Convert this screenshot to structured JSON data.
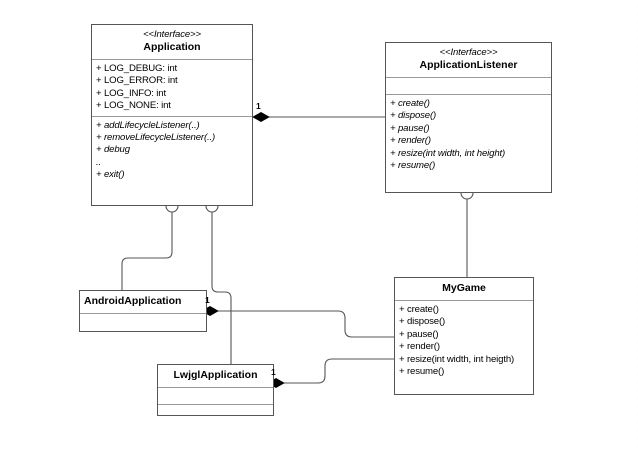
{
  "diagram": {
    "title": "UML class diagram",
    "line_color": "#555555",
    "box_border_color": "#555555",
    "separator_color": "#9a9a9a",
    "background": "#ffffff"
  },
  "classes": {
    "application": {
      "stereotype": "<<Interface>>",
      "name": "Application",
      "attributes": [
        "+ LOG_DEBUG: int",
        "+ LOG_ERROR: int",
        "+ LOG_INFO: int",
        "+ LOG_NONE: int"
      ],
      "operations": [
        "+ addLifecycleListener(..)",
        "+ removeLifecycleListener(..)",
        "+ debug",
        "..",
        "+ exit()"
      ]
    },
    "application_listener": {
      "stereotype": "<<Interface>>",
      "name": "ApplicationListener",
      "attributes": [],
      "operations": [
        "+ create()",
        "+ dispose()",
        "+ pause()",
        "+ render()",
        "+ resize(int width, int height)",
        "+ resume()"
      ]
    },
    "my_game": {
      "stereotype": "",
      "name": "MyGame",
      "attributes": [],
      "operations": [
        "+ create()",
        "+ dispose()",
        "+ pause()",
        "+ render()",
        "+ resize(int width, int heigth)",
        "+ resume()"
      ]
    },
    "android_application": {
      "stereotype": "",
      "name": "AndroidApplication",
      "attributes": [],
      "operations": []
    },
    "lwjgl_application": {
      "stereotype": "",
      "name": "LwjglApplication",
      "attributes": [],
      "operations": []
    }
  },
  "multiplicities": {
    "application_to_listener": "1",
    "android_to_mygame": "1",
    "lwjgl_to_mygame": "1"
  },
  "relationships": [
    {
      "name": "application-composition-applicationlistener",
      "from": "Application",
      "to": "ApplicationListener",
      "type": "composition",
      "source_multiplicity": "1"
    },
    {
      "name": "androidapplication-realizes-application",
      "from": "AndroidApplication",
      "to": "Application",
      "type": "realization-socket"
    },
    {
      "name": "lwjglapplication-realizes-application",
      "from": "LwjglApplication",
      "to": "Application",
      "type": "realization-socket"
    },
    {
      "name": "mygame-realizes-applicationlistener",
      "from": "MyGame",
      "to": "ApplicationListener",
      "type": "realization-socket"
    },
    {
      "name": "androidapplication-composition-mygame",
      "from": "AndroidApplication",
      "to": "MyGame",
      "type": "composition",
      "source_multiplicity": "1"
    },
    {
      "name": "lwjglapplication-composition-mygame",
      "from": "LwjglApplication",
      "to": "MyGame",
      "type": "composition",
      "source_multiplicity": "1"
    }
  ]
}
